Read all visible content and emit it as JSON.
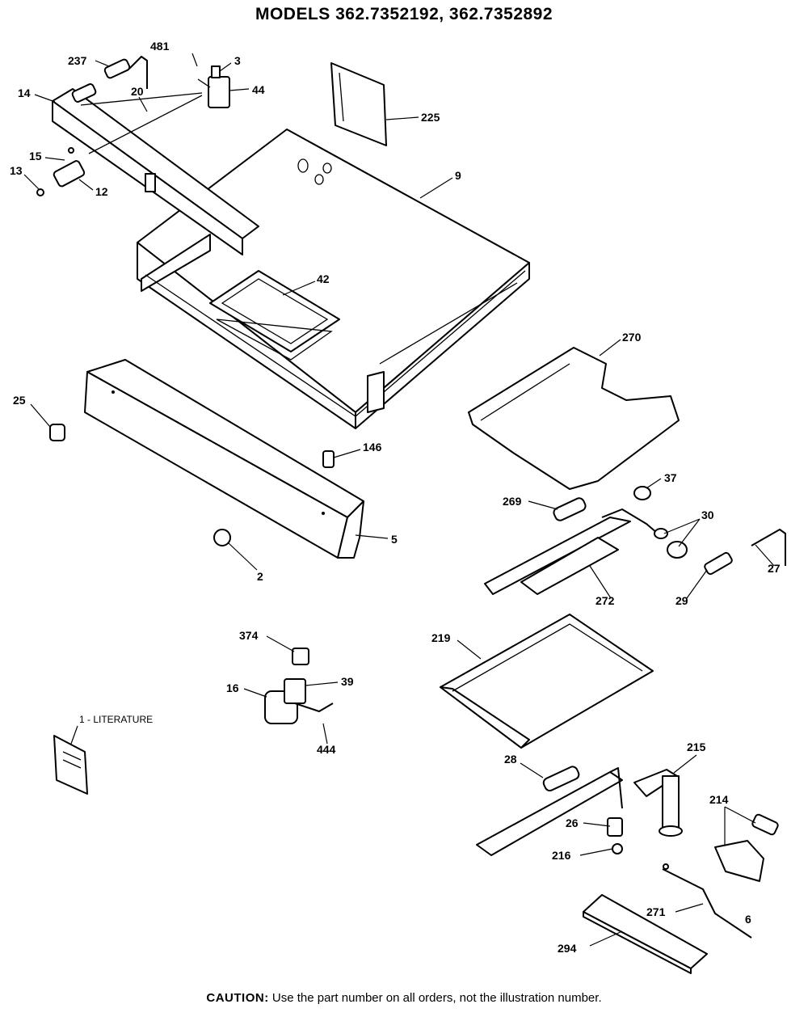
{
  "title": "MODELS 362.7352192, 362.7352892",
  "caution": {
    "label": "CAUTION:",
    "text": "Use the part number on all orders, not the illustration number."
  },
  "callouts": {
    "c237": "237",
    "c481": "481",
    "c3": "3",
    "c44": "44",
    "c14": "14",
    "c20": "20",
    "c225": "225",
    "c15": "15",
    "c13": "13",
    "c12": "12",
    "c9": "9",
    "c42": "42",
    "c270": "270",
    "c25": "25",
    "c146": "146",
    "c37": "37",
    "c269": "269",
    "c30": "30",
    "c5": "5",
    "c2": "2",
    "c27": "27",
    "c272": "272",
    "c29": "29",
    "c374": "374",
    "c219": "219",
    "c16": "16",
    "c39": "39",
    "c444": "444",
    "c28": "28",
    "c215": "215",
    "c214": "214",
    "c26": "26",
    "c216": "216",
    "c271": "271",
    "c6": "6",
    "c294": "294"
  },
  "literature_label": "1 - LITERATURE"
}
